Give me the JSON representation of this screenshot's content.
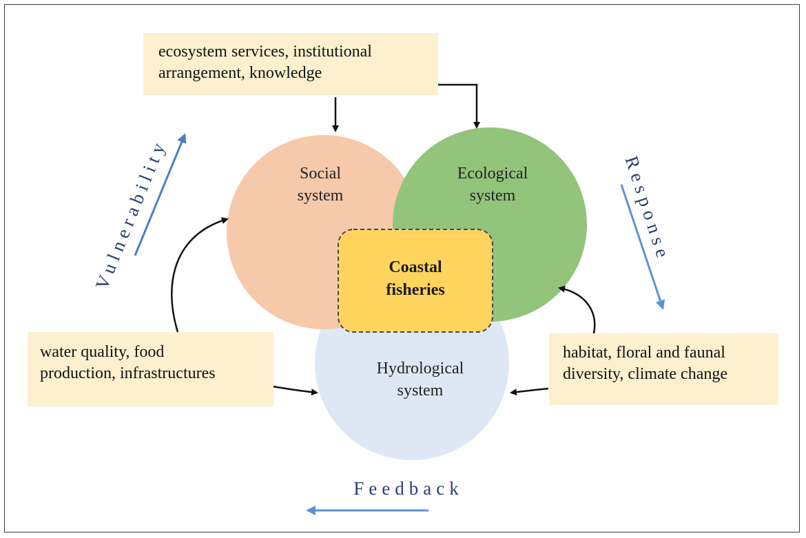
{
  "factors": {
    "top": [
      "ecosystem services, institutional",
      "arrangement, knowledge"
    ],
    "left": [
      "water quality, food",
      "production, infrastructures"
    ],
    "right": [
      "habitat, floral and faunal",
      "diversity, climate change"
    ]
  },
  "systems": {
    "social": [
      "Social",
      "system"
    ],
    "ecological": [
      "Ecological",
      "system"
    ],
    "hydrological": [
      "Hydrological",
      "system"
    ],
    "center": [
      "Coastal",
      "fisheries"
    ]
  },
  "processes": {
    "vulnerability": "Vulnerability",
    "response": "Response",
    "feedback": "Feedback"
  },
  "colors": {
    "social": "#f6c9ab",
    "ecological": "#92c47c",
    "hydrological": "#dde8f4",
    "center": "#ffd45e",
    "factor_box": "#fdf0cf",
    "blue_arrow": "#4a7fc8",
    "text_blue": "#2b3f6b"
  }
}
